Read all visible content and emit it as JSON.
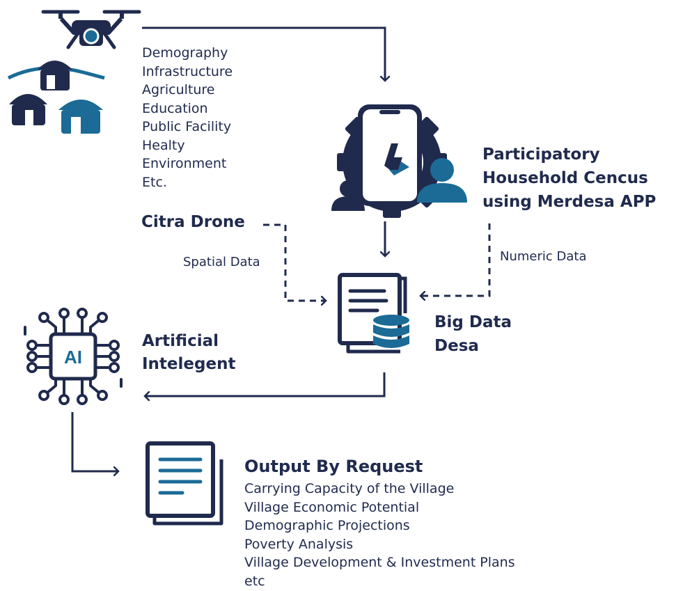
{
  "colors": {
    "navy": "#1f2a4d",
    "blue": "#1b6b96"
  },
  "drone_categories": [
    "Demography",
    "Infrastructure",
    "Agriculture",
    "Education",
    "Public Facility",
    "Healty",
    "Environment",
    "Etc."
  ],
  "census": {
    "title_lines": [
      "Participatory",
      "Household Cencus",
      "using Merdesa APP"
    ]
  },
  "drone": {
    "title": "Citra Drone"
  },
  "spatial_label": "Spatial Data",
  "numeric_label": "Numeric Data",
  "bigdata": {
    "title_lines": [
      "Big Data",
      "Desa"
    ]
  },
  "ai": {
    "badge": "AI",
    "title_lines": [
      "Artificial",
      "Intelegent"
    ]
  },
  "output": {
    "title": "Output By Request",
    "items": [
      "Carrying Capacity of the Village",
      "Village Economic Potential",
      "Demographic Projections",
      "Poverty Analysis",
      "Village Development & Investment Plans",
      "etc"
    ]
  },
  "icons": [
    "drone-icon",
    "village-houses-icon",
    "gear-phone-people-icon",
    "documents-database-icon",
    "ai-chip-icon",
    "output-documents-icon"
  ]
}
